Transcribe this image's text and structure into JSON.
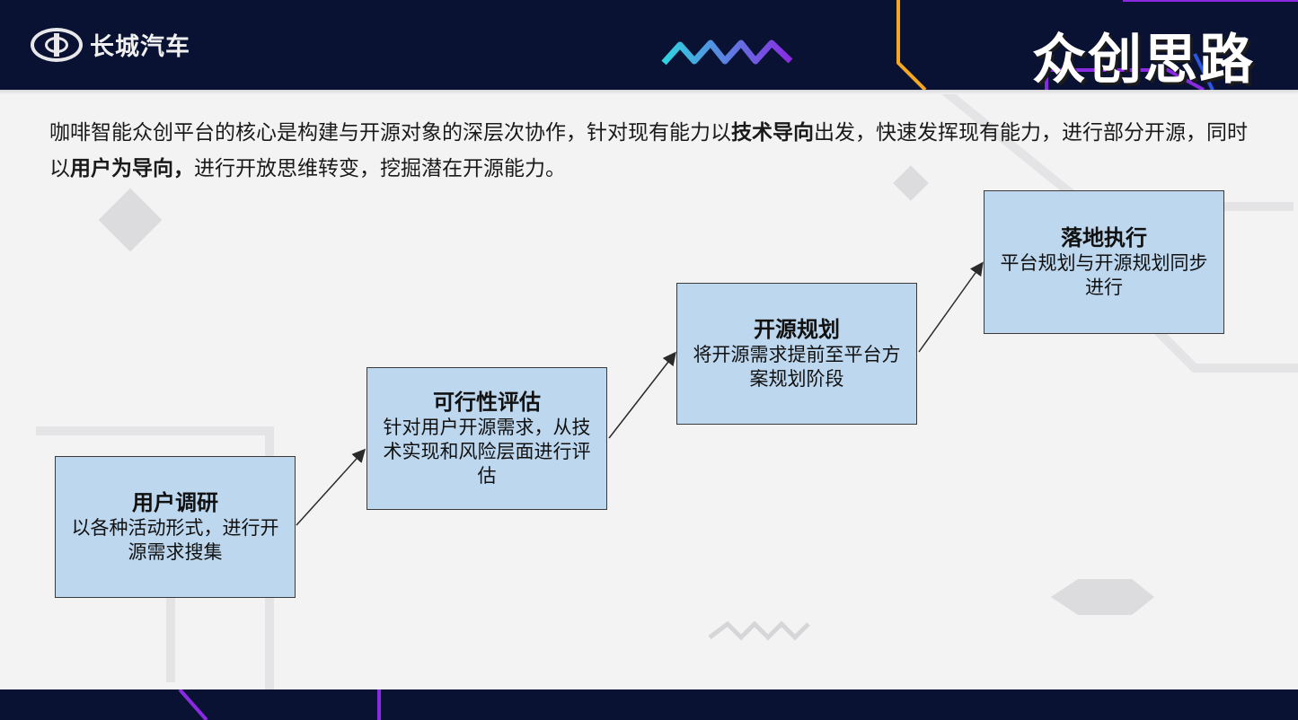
{
  "header": {
    "brand": "长城汽车",
    "title": "众创思路"
  },
  "intro": {
    "part1": "咖啡智能众创平台的核心是构建与开源对象的深层次协作，针对现有能力以",
    "bold1": "技术导向",
    "part2": "出发，快速发挥现有能力，进行部分开源，同时以",
    "bold2": "用户为导向，",
    "part3": "进行开放思维转变，挖掘潜在开源能力。"
  },
  "steps": [
    {
      "title": "用户调研",
      "desc": "以各种活动形式，进行开源需求搜集"
    },
    {
      "title": "可行性评估",
      "desc": "针对用户开源需求，从技术实现和风险层面进行评估"
    },
    {
      "title": "开源规划",
      "desc": "将开源需求提前至平台方案规划阶段"
    },
    {
      "title": "落地执行",
      "desc": "平台规划与开源规划同步进行"
    }
  ],
  "colors": {
    "header_bg": "#0a1233",
    "box_fill": "#bdd7ee",
    "accent_purple": "#8a2be2",
    "accent_orange": "#f5a623"
  },
  "icons": {
    "logo": "great-wall-emblem-icon",
    "wave": "zigzag-wave-icon"
  }
}
